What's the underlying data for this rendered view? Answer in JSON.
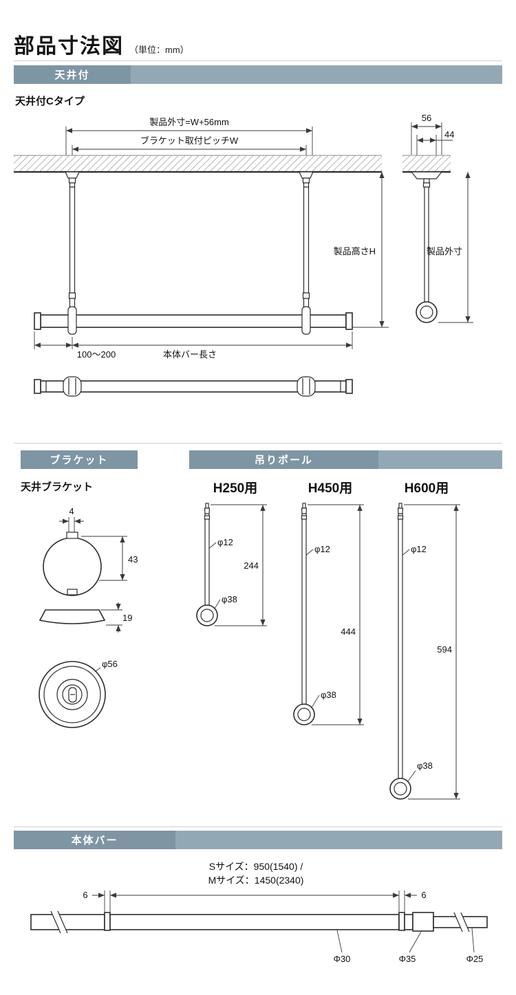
{
  "colors": {
    "banner_dark": "#7e95a4",
    "banner_light": "#93a8b5",
    "line": "#2b2b2b"
  },
  "header": {
    "title": "部品寸法図",
    "unit": "（単位：mm）"
  },
  "ceiling_section": {
    "banner": "天井付",
    "subtitle": "天井付Cタイプ",
    "front": {
      "outer_width": "製品外寸=W+56mm",
      "pitch": "ブラケット取付ピッチW",
      "height": "製品高さH",
      "end_offset": "100〜200",
      "bar_length": "本体バー長さ"
    },
    "side": {
      "d56": "56",
      "d44": "44",
      "outer": "製品外寸"
    }
  },
  "bracket_section": {
    "banner": "ブラケット",
    "subtitle": "天井ブラケット",
    "d4": "4",
    "d43": "43",
    "d19": "19",
    "d56": "φ56"
  },
  "pole_section": {
    "banner": "吊りポール",
    "poles": [
      {
        "name": "H250用",
        "dia": "φ12",
        "length": "244",
        "ring": "φ38"
      },
      {
        "name": "H450用",
        "dia": "φ12",
        "length": "444",
        "ring": "φ38"
      },
      {
        "name": "H600用",
        "dia": "φ12",
        "length": "594",
        "ring": "φ38"
      }
    ]
  },
  "bar_section": {
    "banner": "本体バー",
    "size_line1": "Sサイズ：950(1540) /",
    "size_line2": "Mサイズ：1450(2340)",
    "d6_left": "6",
    "d6_right": "6",
    "d30": "Φ30",
    "d35": "Φ35",
    "d25": "Φ25"
  }
}
